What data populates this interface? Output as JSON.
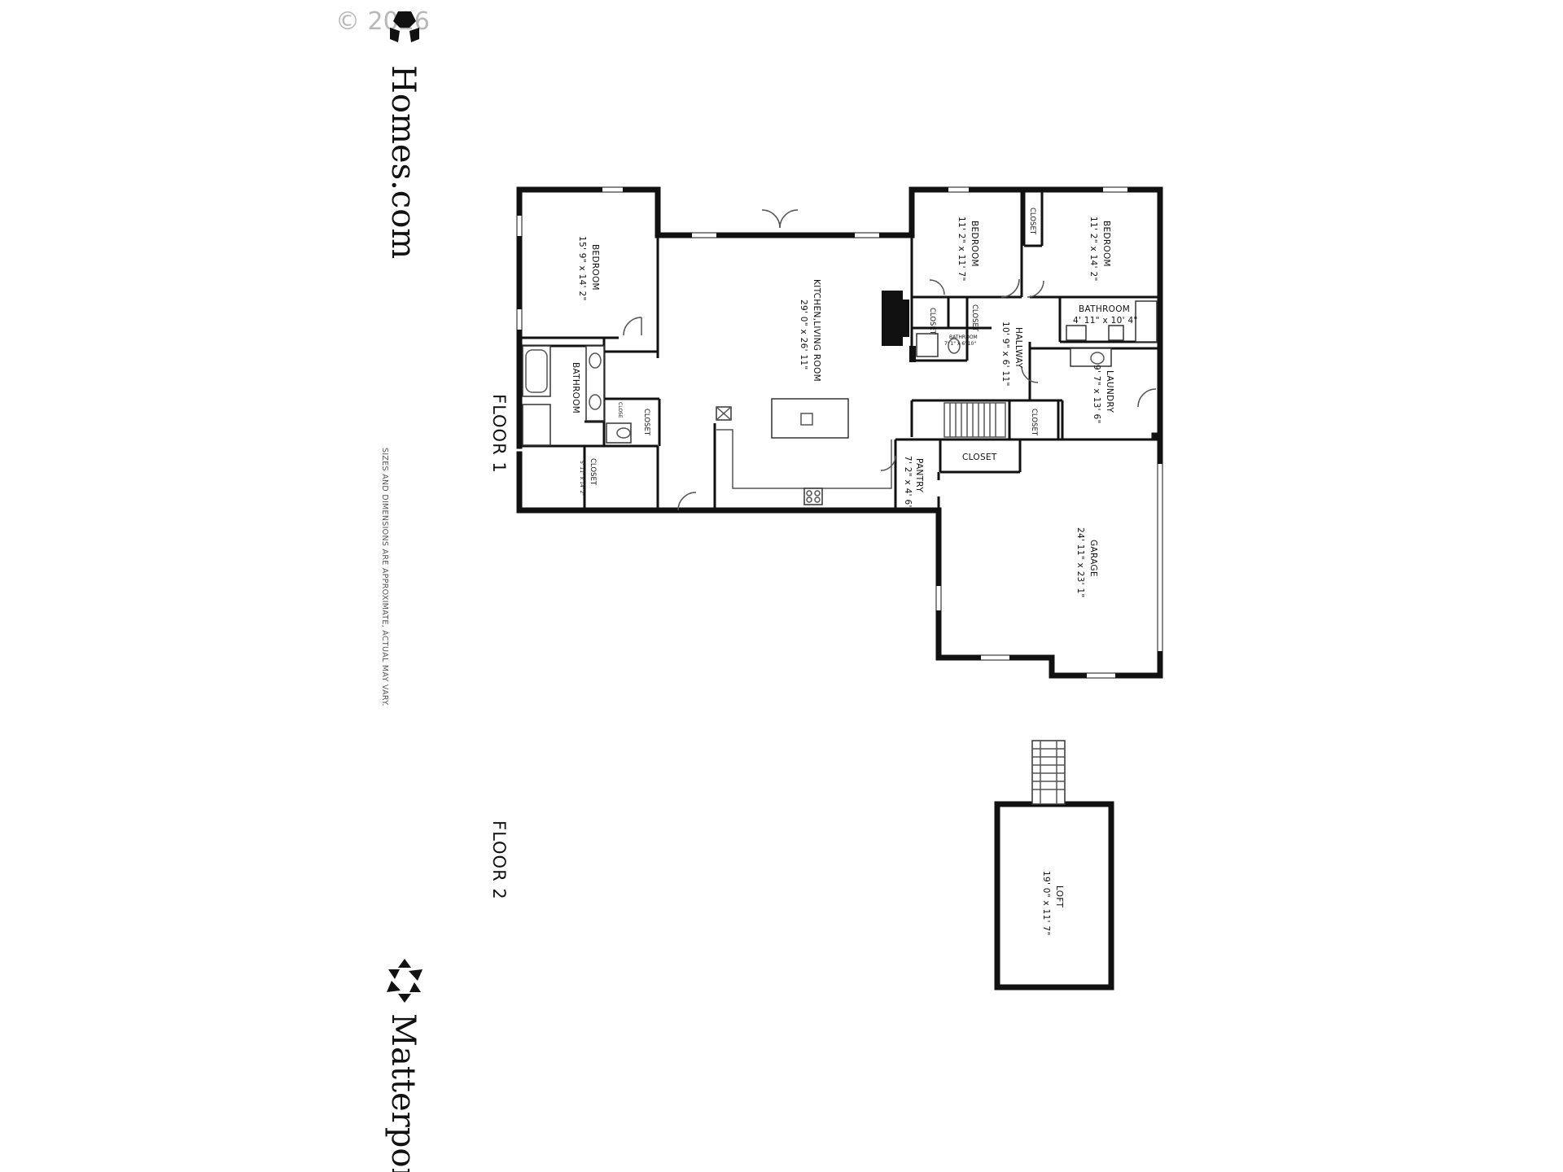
{
  "copyright": "© 2026",
  "brand_top": "Homes.com",
  "brand_bottom": "Matterport",
  "disclaimer": "SIZES AND DIMENSIONS ARE APPROXIMATE, ACTUAL MAY VARY.",
  "floor1_label": "FLOOR 1",
  "floor2_label": "FLOOR 2",
  "rooms": {
    "bedroom_left": {
      "name": "BEDROOM",
      "dims": "15' 9\" x 14' 2\""
    },
    "kitchen_living": {
      "name": "KITCHEN,LIVING ROOM",
      "dims": "29' 0\" x 26' 11\""
    },
    "bedroom_mid": {
      "name": "BEDROOM",
      "dims": "11' 2\" x 11' 7\""
    },
    "bedroom_right": {
      "name": "BEDROOM",
      "dims": "11' 2\" x 14' 2\""
    },
    "closet_top": {
      "name": "CLOSET"
    },
    "bathroom_right": {
      "name": "BATHROOM",
      "dims": "4' 11\" x 10' 4\""
    },
    "hallway": {
      "name": "HALLWAY",
      "dims": "10' 9\" x 6' 11\""
    },
    "laundry": {
      "name": "LAUNDRY",
      "dims": "9' 7\" x 13' 6\""
    },
    "closet_hall1": {
      "name": "CLOSET"
    },
    "closet_hall2": {
      "name": "CLOSET"
    },
    "bathroom_small": {
      "name": "BATHROOM",
      "dims": "7' 1\" x 6' 10\""
    },
    "closet_laundry": {
      "name": "CLOSET"
    },
    "closet_garage": {
      "name": "CLOSET"
    },
    "pantry": {
      "name": "PANTRY",
      "dims": "7' 2\" x 4' 6\""
    },
    "garage": {
      "name": "GARAGE",
      "dims": "24' 11\" x 23' 1\""
    },
    "bathroom_left": {
      "name": "BATHROOM"
    },
    "closet_left_small": {
      "name": "CLOSE"
    },
    "closet_left": {
      "name": "CLOSET"
    },
    "closet_walkin": {
      "name": "CLOSET",
      "dims": "5' 11\" x 14' 2\""
    },
    "loft": {
      "name": "LOFT",
      "dims": "19' 0\" x 11' 7\""
    }
  }
}
